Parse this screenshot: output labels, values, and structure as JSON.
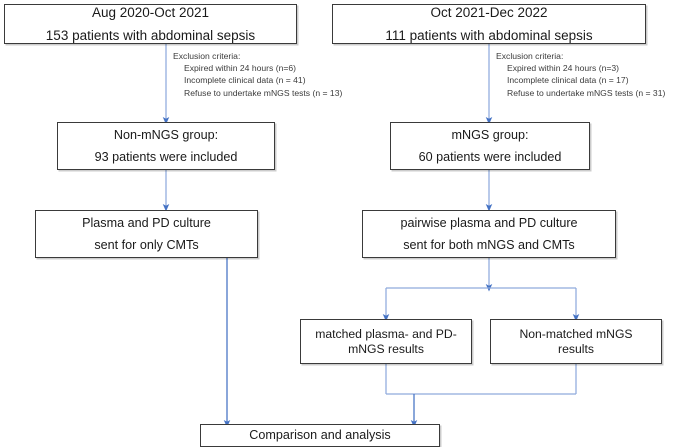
{
  "diagram": {
    "title_hidden": "Study flow diagram of abdominal sepsis cohorts",
    "line_color": "#6f92d0",
    "box_border_color": "#3a3a3a",
    "background": "#ffffff"
  },
  "cohorts": {
    "left": {
      "period": "Aug 2020-Oct 2021",
      "patients": "153 patients with abdominal sepsis",
      "exclusion": {
        "heading": "Exclusion criteria:",
        "items": [
          "Expired within 24 hours (n=6)",
          "Incomplete clinical data (n = 41)",
          "Refuse  to undertake  mNGS tests (n = 13)"
        ]
      },
      "group": {
        "name": "Non-mNGS group:",
        "count": "93 patients were included"
      },
      "culture": {
        "line1": "Plasma and PD culture",
        "line2": "sent for only CMTs"
      }
    },
    "right": {
      "period": "Oct 2021-Dec 2022",
      "patients": "111 patients with abdominal sepsis",
      "exclusion": {
        "heading": "Exclusion criteria:",
        "items": [
          "Expired within 24 hours (n=3)",
          "Incomplete clinical data (n = 17)",
          "Refuse  to undertake  mNGS tests (n = 31)"
        ]
      },
      "group": {
        "name": "mNGS group:",
        "count": "60 patients were included"
      },
      "culture": {
        "line1": "pairwise plasma and PD culture",
        "line2": "sent for both mNGS and CMTs"
      }
    }
  },
  "results": {
    "matched": {
      "line1": "matched plasma- and PD-",
      "line2": "mNGS results"
    },
    "non_matched": {
      "line1": "Non-matched mNGS",
      "line2": "results"
    }
  },
  "final": {
    "label": "Comparison and analysis"
  }
}
